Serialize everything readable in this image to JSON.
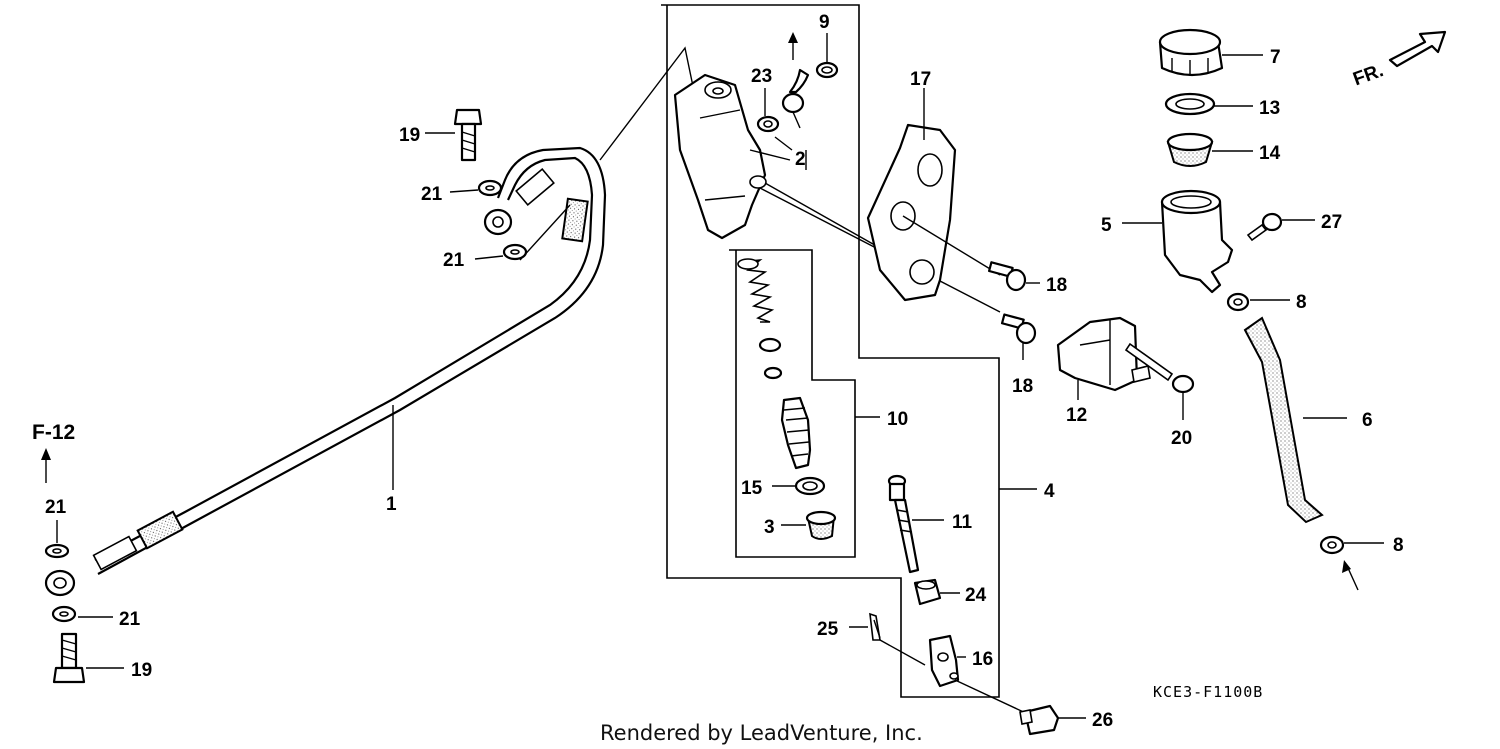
{
  "diagram": {
    "credit": "Rendered by LeadVenture, Inc.",
    "diagram_code": "KCE3-F1100B",
    "front_indicator": "FR.",
    "reference": "F-12",
    "callouts": {
      "c1": "1",
      "c2": "2",
      "c3": "3",
      "c4": "4",
      "c5": "5",
      "c6": "6",
      "c7": "7",
      "c8a": "8",
      "c8b": "8",
      "c9": "9",
      "c10": "10",
      "c11": "11",
      "c12": "12",
      "c13": "13",
      "c14": "14",
      "c15": "15",
      "c16": "16",
      "c17": "17",
      "c18a": "18",
      "c18b": "18",
      "c19a": "19",
      "c19b": "19",
      "c20": "20",
      "c21a": "21",
      "c21b": "21",
      "c21c": "21",
      "c21d": "21",
      "c23": "23",
      "c24": "24",
      "c25": "25",
      "c26": "26",
      "c27": "27"
    }
  }
}
